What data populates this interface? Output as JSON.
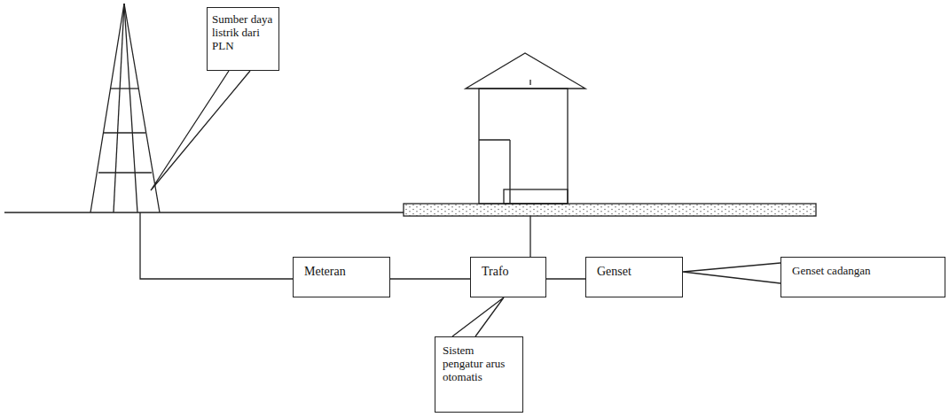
{
  "diagram": {
    "nodes": [
      {
        "text": [
          "Sumber daya listrik dari PLN"
        ]
      },
      {
        "text": [
          "Meteran"
        ]
      },
      {
        "text": [
          "Trafo"
        ]
      },
      {
        "text": [
          "Genset"
        ]
      },
      {
        "text": [
          "Genset cadangan"
        ]
      },
      {
        "text": [
          "Sistem pengatur arus otomatis"
        ]
      }
    ],
    "edges": [
      {
        "from": 1,
        "to": 2,
        "arrow": "none"
      },
      {
        "from": 2,
        "to": 3,
        "arrow": "none"
      },
      {
        "from": 4,
        "to": 3,
        "arrow": "none"
      },
      {
        "from": 5,
        "to": 2,
        "arrow": "none"
      }
    ]
  }
}
